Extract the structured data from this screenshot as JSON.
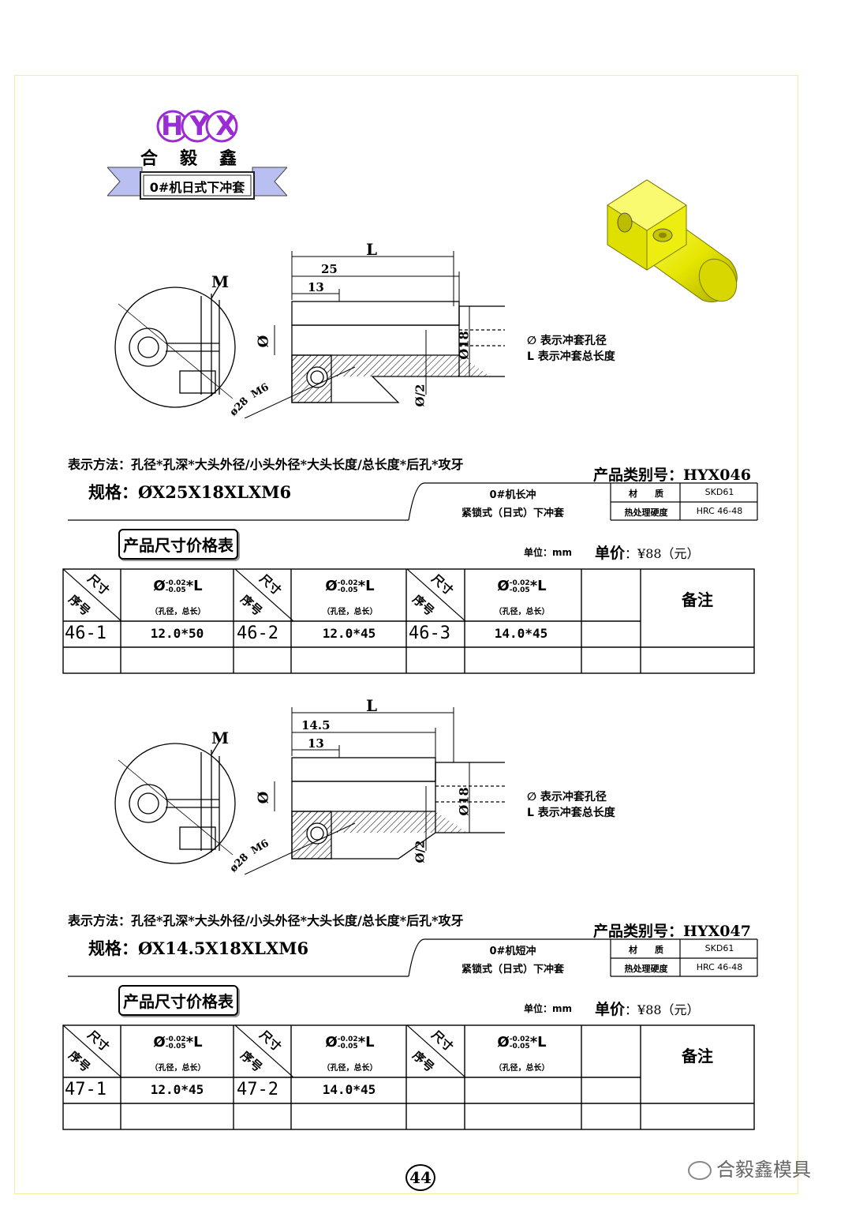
{
  "header": {
    "logo_text": "HYX",
    "company": "合毅鑫",
    "ribbon_label": "0#机日式下冲套"
  },
  "colors": {
    "logo_purple": "#9a2cd6",
    "part_yellow": "#e6e600",
    "frame": "#f2ee9a"
  },
  "notes": {
    "dia": "∅ 表示冲套孔径",
    "len": "L 表示冲套总长度"
  },
  "sections": [
    {
      "drawing": {
        "L": "L",
        "d1": "25",
        "d2": "13",
        "phi": "Ø",
        "phi18": "Ø18",
        "phi2": "Ø/2",
        "m6": "M6",
        "phi28": "ø28",
        "m": "M"
      },
      "method": "表示方法：孔径*孔深*大头外径/小头外径*大头长度/总长度*后孔*攻牙",
      "spec": "规格：ØX25X18XLXM6",
      "product_no": "产品类别号：HYX046",
      "type_line1": "0#机长冲",
      "type_line2": "紧锁式（日式）下冲套",
      "material_label": "材　　质",
      "material_value": "SKD61",
      "heat_label": "热处理硬度",
      "heat_value": "HRC 46-48",
      "table_title": "产品尺寸价格表",
      "unit": "单位：mm",
      "price_label": "单价",
      "price_value": "：¥88（元）",
      "col_corner_top": "尺寸",
      "col_corner_bottom": "序号",
      "col_head": "Ø-0.02/-0.05*L",
      "col_head_main": "Ø",
      "col_head_tol_top": "-0.02",
      "col_head_tol_bot": "-0.05",
      "col_head_suffix": "*L",
      "col_sub": "（孔径，总长）",
      "remark": "备注",
      "rows": [
        {
          "code": "46-1",
          "value": "12.0*50"
        },
        {
          "code": "46-2",
          "value": "12.0*45"
        },
        {
          "code": "46-3",
          "value": "14.0*45"
        }
      ]
    },
    {
      "drawing": {
        "L": "L",
        "d1": "14.5",
        "d2": "13",
        "phi": "Ø",
        "phi18": "Ø18",
        "phi2": "Ø/2",
        "m6": "M6",
        "phi28": "ø28",
        "m": "M"
      },
      "method": "表示方法：孔径*孔深*大头外径/小头外径*大头长度/总长度*后孔*攻牙",
      "spec": "规格：ØX14.5X18XLXM6",
      "product_no": "产品类别号：HYX047",
      "type_line1": "0#机短冲",
      "type_line2": "紧锁式（日式）下冲套",
      "material_label": "材　　质",
      "material_value": "SKD61",
      "heat_label": "热处理硬度",
      "heat_value": "HRC 46-48",
      "table_title": "产品尺寸价格表",
      "unit": "单位：mm",
      "price_label": "单价",
      "price_value": "：¥88（元）",
      "col_corner_top": "尺寸",
      "col_corner_bottom": "序号",
      "col_head_main": "Ø",
      "col_head_tol_top": "-0.02",
      "col_head_tol_bot": "-0.05",
      "col_head_suffix": "*L",
      "col_sub": "（孔径，总长）",
      "remark": "备注",
      "rows": [
        {
          "code": "47-1",
          "value": "12.0*45"
        },
        {
          "code": "47-2",
          "value": "14.0*45"
        },
        {
          "code": "",
          "value": ""
        }
      ]
    }
  ],
  "footer": {
    "page": "44",
    "watermark": "合毅鑫模具"
  }
}
